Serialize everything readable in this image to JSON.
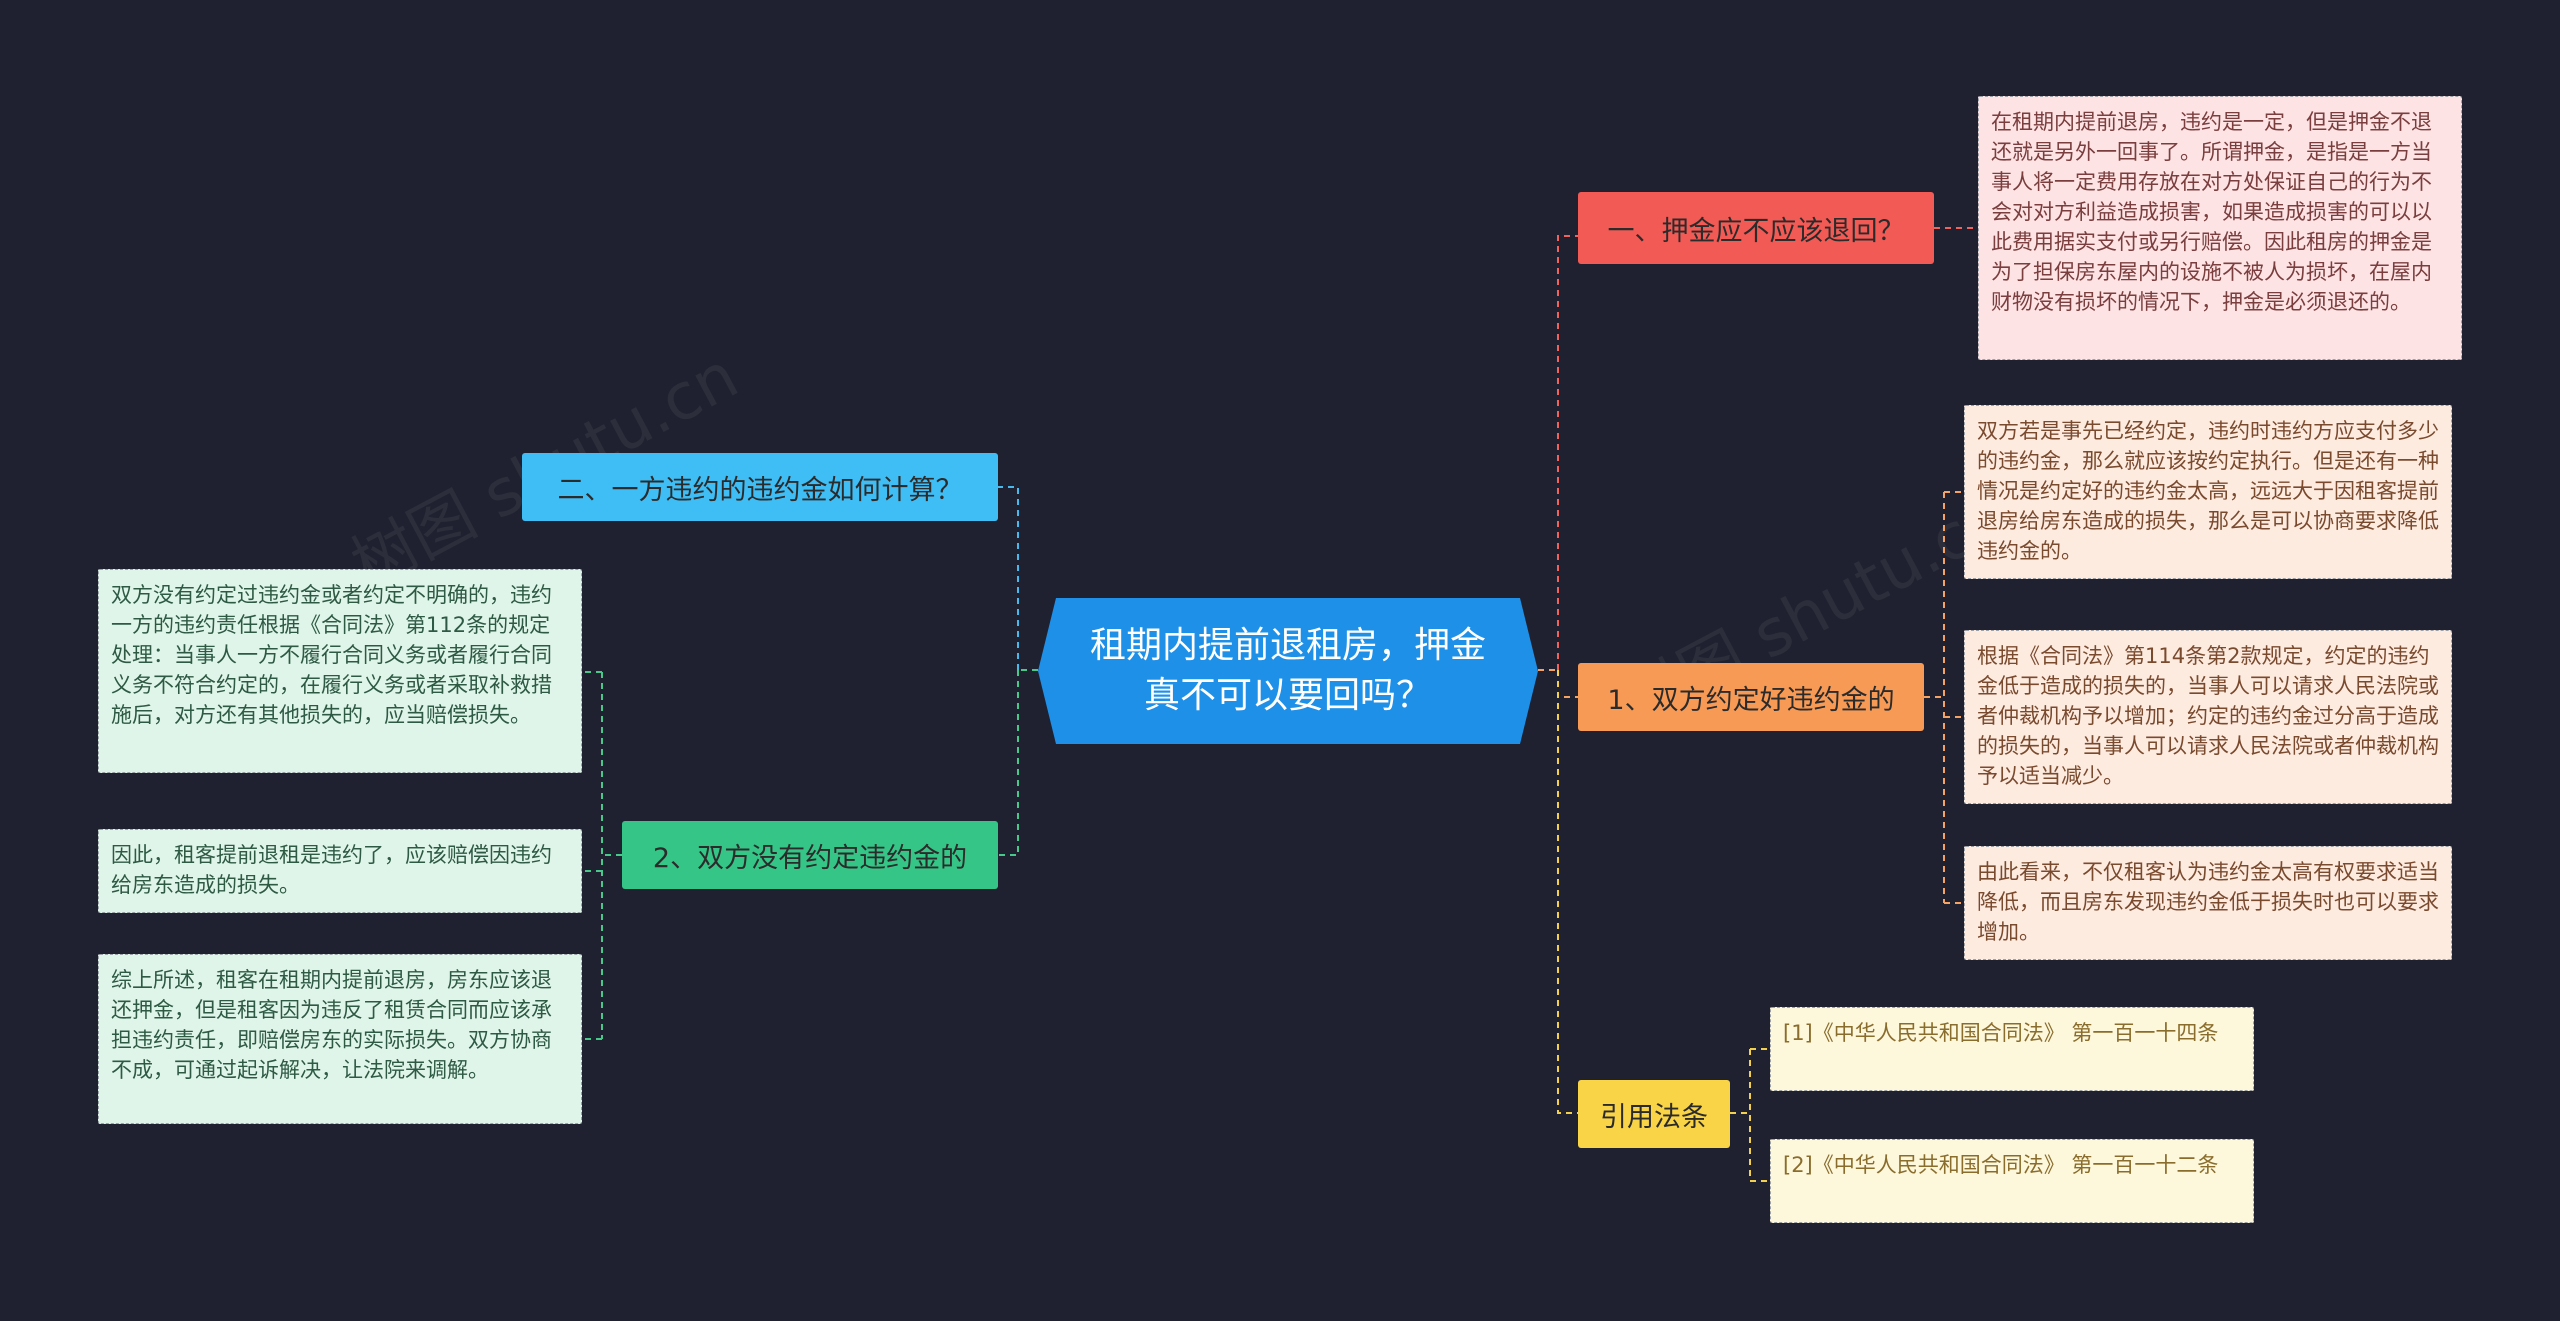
{
  "root": {
    "text": "租期内提前退租房，押金真不可以要回吗？",
    "color": "#1e90e8"
  },
  "branches": {
    "deposit": {
      "label": "一、押金应不应该退回？",
      "color": "#f25a55",
      "line_color": "#f0625c",
      "leaf": {
        "text": "在租期内提前退房，违约是一定，但是押金不退还就是另外一回事了。所谓押金，是指是一方当事人将一定费用存放在对方处保证自己的行为不会对对方利益造成损害，如果造成损害的可以以此费用据实支付或另行赔偿。因此租房的押金是为了担保房东屋内的设施不被人为损坏，在屋内财物没有损坏的情况下，押金是必须退还的。",
        "bg": "#fde3e4"
      }
    },
    "agreed": {
      "label": "1、双方约定好违约金的",
      "color": "#f79a55",
      "line_color": "#f5a262",
      "leaves": [
        {
          "text": "双方若是事先已经约定，违约时违约方应支付多少的违约金，那么就应该按约定执行。但是还有一种情况是约定好的违约金太高，远远大于因租客提前退房给房东造成的损失，那么是可以协商要求降低违约金的。"
        },
        {
          "text": "根据《合同法》第114条第2款规定，约定的违约金低于造成的损失的，当事人可以请求人民法院或者仲裁机构予以增加；约定的违约金过分高于造成的损失的，当事人可以请求人民法院或者仲裁机构予以适当减少。"
        },
        {
          "text": "由此看来，不仅租客认为违约金太高有权要求适当降低，而且房东发现违约金低于损失时也可以要求增加。"
        }
      ],
      "leaf_bg": "#fdebe0"
    },
    "laws": {
      "label": "引用法条",
      "color": "#f9d447",
      "line_color": "#f2d04d",
      "leaves": [
        {
          "text": "[1]《中华人民共和国合同法》 第一百一十四条"
        },
        {
          "text": "[2]《中华人民共和国合同法》 第一百一十二条"
        }
      ],
      "leaf_bg": "#fdf7dc",
      "leaf_text_color": "#8a6d2c"
    },
    "calc": {
      "label": "二、一方违约的违约金如何计算？",
      "color": "#3fbef5",
      "line_color": "#49b8ea"
    },
    "not_agreed": {
      "label": "2、双方没有约定违约金的",
      "color": "#35c687",
      "line_color": "#48c98b",
      "leaves": [
        {
          "text": "双方没有约定过违约金或者约定不明确的，违约一方的违约责任根据《合同法》第112条的规定处理：当事人一方不履行合同义务或者履行合同义务不符合约定的，在履行义务或者采取补救措施后，对方还有其他损失的，应当赔偿损失。"
        },
        {
          "text": "因此，租客提前退租是违约了，应该赔偿因违约给房东造成的损失。"
        },
        {
          "text": "综上所述，租客在租期内提前退房，房东应该退还押金，但是租客因为违反了租赁合同而应该承担违约责任，即赔偿房东的实际损失。双方协商不成，可通过起诉解决，让法院来调解。"
        }
      ],
      "leaf_bg": "#dff5e9"
    }
  }
}
